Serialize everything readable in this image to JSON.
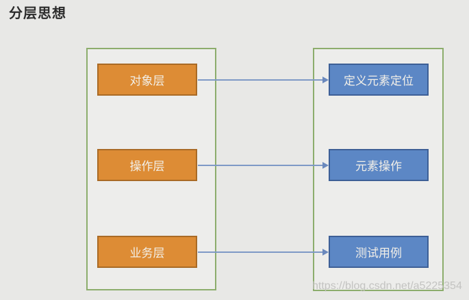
{
  "page": {
    "title": "分层思想",
    "watermark": "https://blog.csdn.net/a5225354"
  },
  "colors": {
    "background": "#E8E8E6",
    "container_border": "#8CAD6C",
    "orange_box_fill": "#DD8C35",
    "orange_box_border": "#A96A25",
    "blue_box_fill": "#5C87C5",
    "blue_box_border": "#3D5F96",
    "arrow": "#7E99C6",
    "box_text": "#F2EFE8",
    "title_text": "#2B2B2B",
    "watermark_text": "#C1C1BF"
  },
  "diagram": {
    "left_column": {
      "items": [
        {
          "label": "对象层"
        },
        {
          "label": "操作层"
        },
        {
          "label": "业务层"
        }
      ]
    },
    "right_column": {
      "items": [
        {
          "label": "定义元素定位"
        },
        {
          "label": "元素操作"
        },
        {
          "label": "测试用例"
        }
      ]
    },
    "connections": [
      {
        "from": "对象层",
        "to": "定义元素定位"
      },
      {
        "from": "操作层",
        "to": "元素操作"
      },
      {
        "from": "业务层",
        "to": "测试用例"
      }
    ]
  }
}
